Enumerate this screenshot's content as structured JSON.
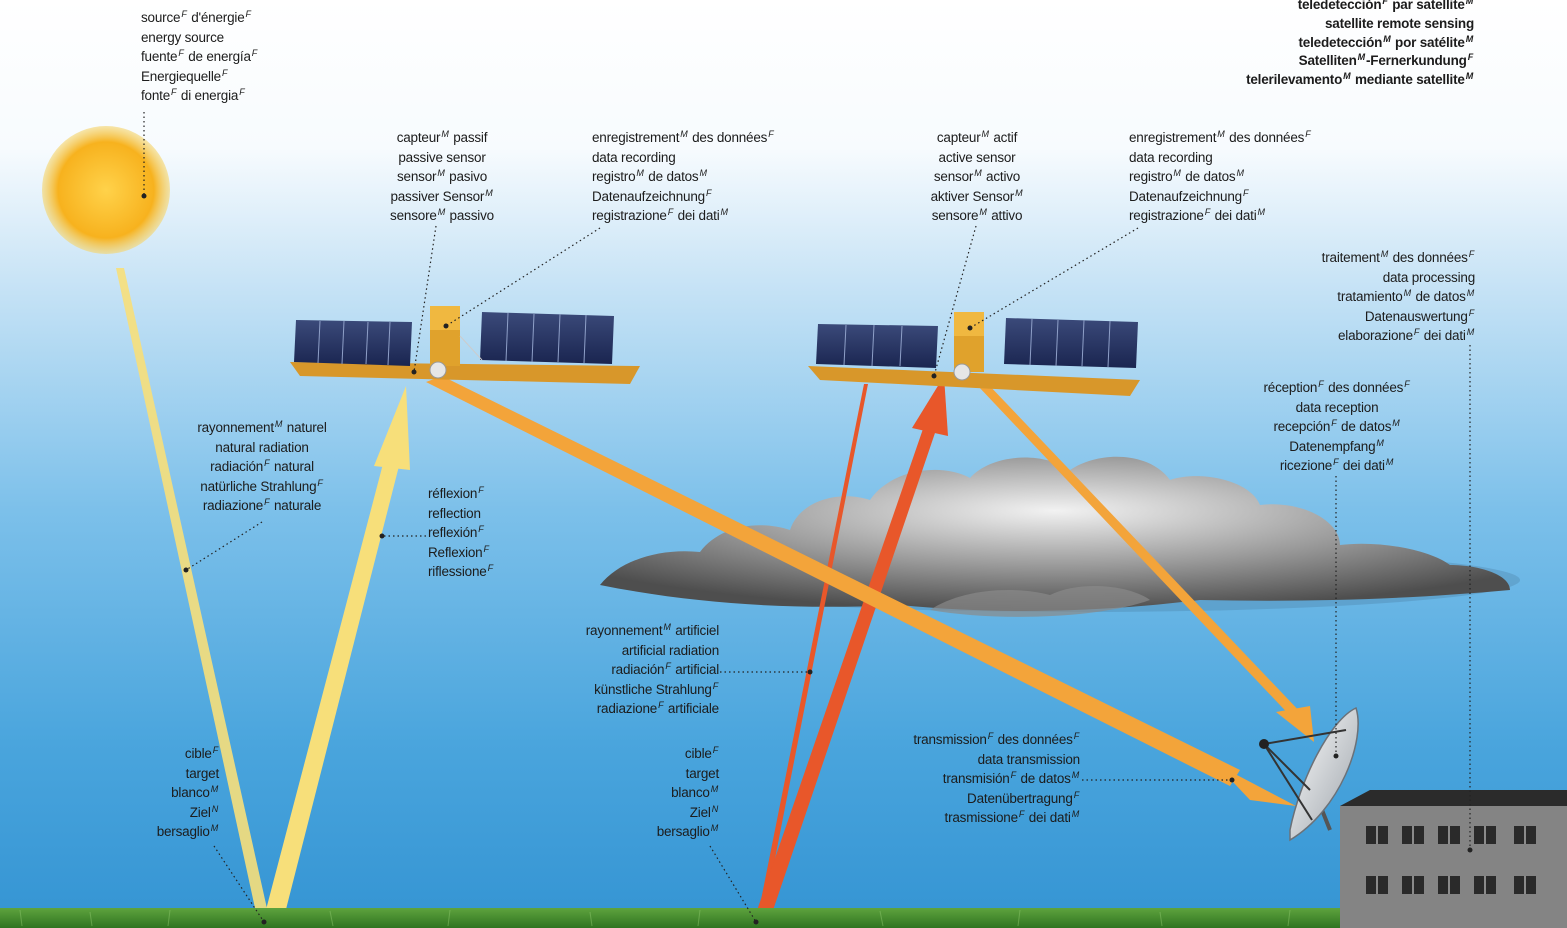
{
  "title_lines": [
    {
      "text": "teledetección",
      "g": "F",
      "rest": " par satellite",
      "g2": "M"
    },
    {
      "text": "satellite remote sensing"
    },
    {
      "text": "teledetección",
      "g": "M",
      "rest": " por satélite",
      "g2": "M"
    },
    {
      "text": "Satelliten",
      "g": "M",
      "rest": "-Fernerkundung",
      "g2": "F"
    },
    {
      "text": "telerilevamento",
      "g": "M",
      "rest": " mediante satellite",
      "g2": "M"
    }
  ],
  "energy_source": [
    {
      "a": "source",
      "ga": "F",
      "b": " d'énergie",
      "gb": "F"
    },
    {
      "a": "energy source"
    },
    {
      "a": "fuente",
      "ga": "F",
      "b": " de energía",
      "gb": "F"
    },
    {
      "a": "Energiequelle",
      "ga": "F"
    },
    {
      "a": "fonte",
      "ga": "F",
      "b": " di energia",
      "gb": "F"
    }
  ],
  "passive_sensor": [
    {
      "a": "capteur",
      "ga": "M",
      "b": " passif"
    },
    {
      "a": "passive sensor"
    },
    {
      "a": "sensor",
      "ga": "M",
      "b": " pasivo"
    },
    {
      "a": "passiver Sensor",
      "ga": "M"
    },
    {
      "a": "sensore",
      "ga": "M",
      "b": " passivo"
    }
  ],
  "data_recording_1": [
    {
      "a": "enregistrement",
      "ga": "M",
      "b": " des données",
      "gb": "F"
    },
    {
      "a": "data recording"
    },
    {
      "a": "registro",
      "ga": "M",
      "b": " de datos",
      "gb": "M"
    },
    {
      "a": "Datenaufzeichnung",
      "ga": "F"
    },
    {
      "a": "registrazione",
      "ga": "F",
      "b": " dei dati",
      "gb": "M"
    }
  ],
  "active_sensor": [
    {
      "a": "capteur",
      "ga": "M",
      "b": " actif"
    },
    {
      "a": "active sensor"
    },
    {
      "a": "sensor",
      "ga": "M",
      "b": " activo"
    },
    {
      "a": "aktiver Sensor",
      "ga": "M"
    },
    {
      "a": "sensore",
      "ga": "M",
      "b": " attivo"
    }
  ],
  "data_recording_2": [
    {
      "a": "enregistrement",
      "ga": "M",
      "b": " des données",
      "gb": "F"
    },
    {
      "a": "data recording"
    },
    {
      "a": "registro",
      "ga": "M",
      "b": " de datos",
      "gb": "M"
    },
    {
      "a": "Datenaufzeichnung",
      "ga": "F"
    },
    {
      "a": "registrazione",
      "ga": "F",
      "b": " dei dati",
      "gb": "M"
    }
  ],
  "data_processing": [
    {
      "a": "traitement",
      "ga": "M",
      "b": " des données",
      "gb": "F"
    },
    {
      "a": "data processing"
    },
    {
      "a": "tratamiento",
      "ga": "M",
      "b": " de datos",
      "gb": "M"
    },
    {
      "a": "Datenauswertung",
      "ga": "F"
    },
    {
      "a": "elaborazione",
      "ga": "F",
      "b": " dei dati",
      "gb": "M"
    }
  ],
  "data_reception": [
    {
      "a": "réception",
      "ga": "F",
      "b": " des données",
      "gb": "F"
    },
    {
      "a": "data reception"
    },
    {
      "a": "recepción",
      "ga": "F",
      "b": " de datos",
      "gb": "M"
    },
    {
      "a": "Datenempfang",
      "ga": "M"
    },
    {
      "a": "ricezione",
      "ga": "F",
      "b": " dei dati",
      "gb": "M"
    }
  ],
  "natural_radiation": [
    {
      "a": "rayonnement",
      "ga": "M",
      "b": " naturel"
    },
    {
      "a": "natural radiation"
    },
    {
      "a": "radiación",
      "ga": "F",
      "b": " natural"
    },
    {
      "a": "natürliche Strahlung",
      "ga": "F"
    },
    {
      "a": "radiazione",
      "ga": "F",
      "b": " naturale"
    }
  ],
  "reflection": [
    {
      "a": "réflexion",
      "ga": "F"
    },
    {
      "a": "reflection"
    },
    {
      "a": "reflexión",
      "ga": "F"
    },
    {
      "a": "Reflexion",
      "ga": "F"
    },
    {
      "a": "riflessione",
      "ga": "F"
    }
  ],
  "artificial_radiation": [
    {
      "a": "rayonnement",
      "ga": "M",
      "b": " artificiel"
    },
    {
      "a": "artificial radiation"
    },
    {
      "a": "radiación",
      "ga": "F",
      "b": " artificial"
    },
    {
      "a": "künstliche Strahlung",
      "ga": "F"
    },
    {
      "a": "radiazione",
      "ga": "F",
      "b": " artificiale"
    }
  ],
  "data_transmission": [
    {
      "a": "transmission",
      "ga": "F",
      "b": " des données",
      "gb": "F"
    },
    {
      "a": "data transmission"
    },
    {
      "a": "transmisión",
      "ga": "F",
      "b": " de datos",
      "gb": "M"
    },
    {
      "a": "Datenübertragung",
      "ga": "F"
    },
    {
      "a": "trasmissione",
      "ga": "F",
      "b": " dei dati",
      "gb": "M"
    }
  ],
  "target_1": [
    {
      "a": "cible",
      "ga": "F"
    },
    {
      "a": "target"
    },
    {
      "a": "blanco",
      "ga": "M"
    },
    {
      "a": "Ziel",
      "ga": "N"
    },
    {
      "a": "bersaglio",
      "ga": "M"
    }
  ],
  "target_2": [
    {
      "a": "cible",
      "ga": "F"
    },
    {
      "a": "target"
    },
    {
      "a": "blanco",
      "ga": "M"
    },
    {
      "a": "Ziel",
      "ga": "N"
    },
    {
      "a": "bersaglio",
      "ga": "M"
    }
  ],
  "colors": {
    "natural_beam": "#f7df7a",
    "data_beam": "#f3a43a",
    "artificial_beam": "#e8572a",
    "sky_top": "#ffffff",
    "sky_bottom": "#3a9ad6",
    "ground": "#3f8a2c"
  }
}
